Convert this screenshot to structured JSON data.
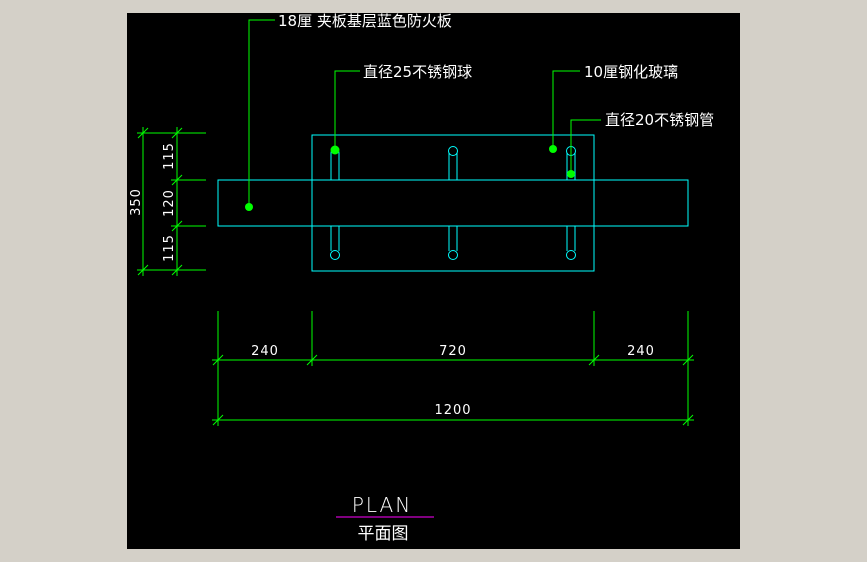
{
  "annotations": {
    "board": "18厘 夹板基层蓝色防火板",
    "ball": "直径25不锈钢球",
    "glass": "10厘钢化玻璃",
    "tube": "直径20不锈钢管"
  },
  "dimensions": {
    "vertical_total": "350",
    "vertical_top": "115",
    "vertical_mid": "120",
    "vertical_bottom": "115",
    "horizontal_left": "240",
    "horizontal_mid": "720",
    "horizontal_right": "240",
    "horizontal_total": "1200"
  },
  "title": {
    "main": "PLAN",
    "sub": "平面图"
  },
  "colors": {
    "background": "#000000",
    "frame": "#d4d0c8",
    "outline": "#00ffff",
    "dimension": "#00ff00",
    "text": "#ffffff",
    "title_underline": "#ff00ff"
  }
}
